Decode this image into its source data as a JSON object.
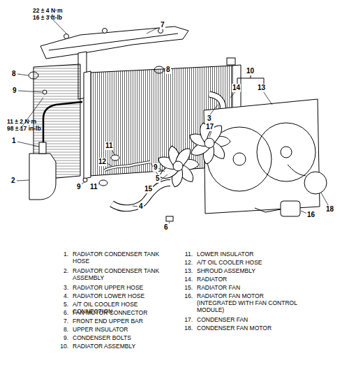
{
  "diagram": {
    "labels": [
      "22 ± 4 N·m",
      "16 ± 3 ft-lb",
      "11 ± 2 N·m",
      "98 ± 17 in-lb",
      "7",
      "8",
      "8",
      "9",
      "10",
      "14",
      "13",
      "3",
      "17",
      "9",
      "11",
      "12",
      "5",
      "15",
      "1",
      "2",
      "9",
      "11",
      "4",
      "18",
      "16",
      "6",
      "1.",
      "RADIATOR CONDENSER TANK HOSE",
      "2.",
      "RADIATOR CONDENSER TANK ASSEMBLY",
      "3.",
      "RADIATOR UPPER HOSE",
      "4.",
      "RADIATOR LOWER HOSE",
      "5.",
      "A/T OIL COOLER HOSE CONNECTION",
      "6.",
      "FAN MOTOR CONNECTOR",
      "7.",
      "FRONT END UPPER BAR",
      "8.",
      "UPPER INSULATOR",
      "9.",
      "CONDENSER BOLTS",
      "10.",
      "RADIATOR ASSEMBLY",
      "11.",
      "LOWER INSULATOR",
      "12.",
      "A/T OIL COOLER HOSE",
      "13.",
      "SHROUD ASSEMBLY",
      "14.",
      "RADIATOR",
      "15.",
      "RADIATOR FAN",
      "16.",
      "RADIATOR FAN MOTOR (INTEGRATED WITH FAN CONTROL MODULE)",
      "17.",
      "CONDENSER FAN",
      "18.",
      "CONDENSER FAN MOTOR"
    ]
  }
}
